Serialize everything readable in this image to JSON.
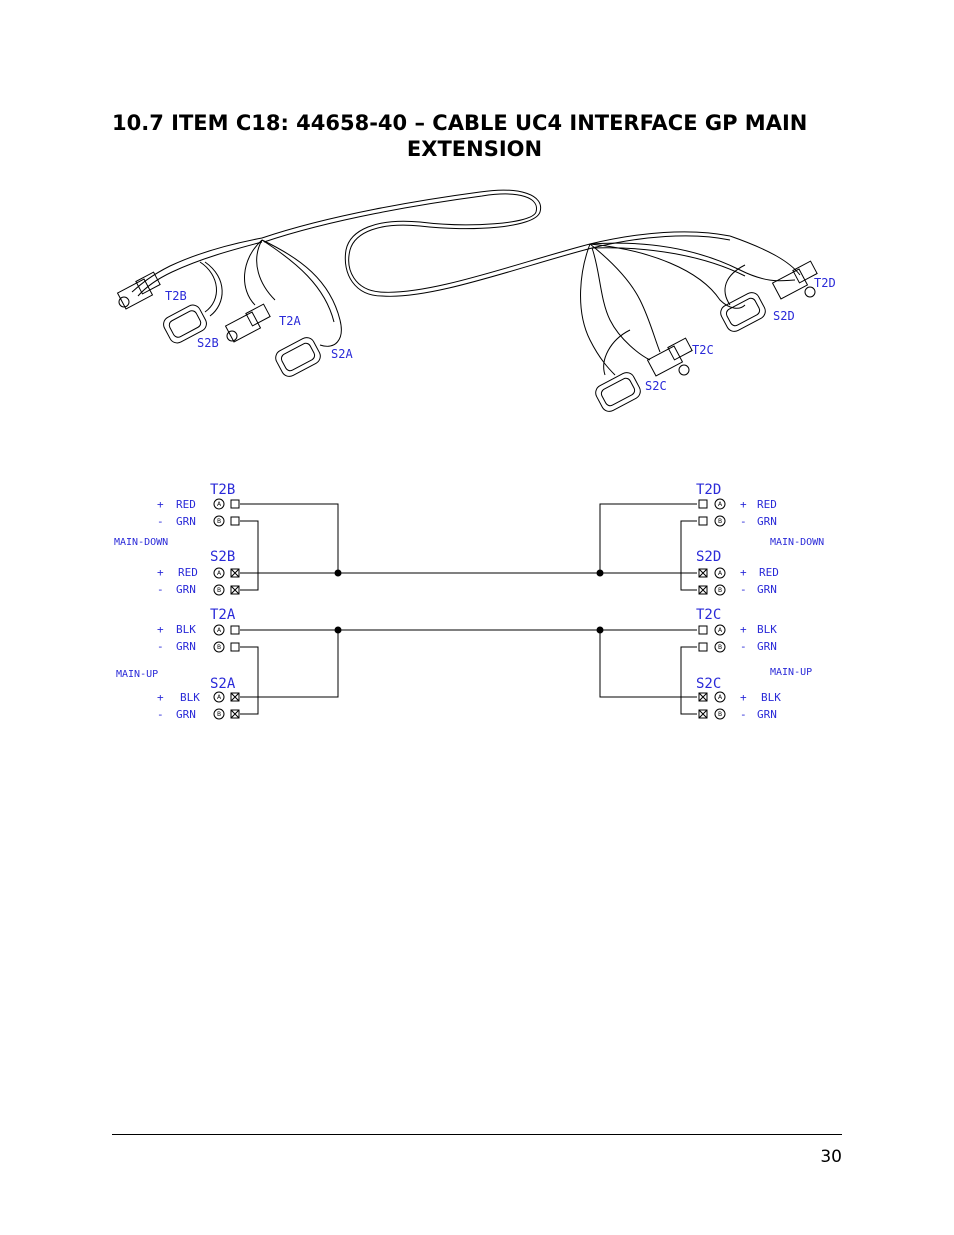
{
  "heading": {
    "line1": "10.7  ITEM C18:  44658-40 – CABLE UC4 INTERFACE GP MAIN",
    "line2": "EXTENSION"
  },
  "illustration": {
    "labels": [
      "T2B",
      "S2B",
      "T2A",
      "S2A",
      "T2D",
      "S2D",
      "T2C",
      "S2C"
    ]
  },
  "schematic": {
    "left": {
      "connectors": [
        "T2B",
        "S2B",
        "T2A",
        "S2A"
      ],
      "group_labels": [
        "MAIN-DOWN",
        "MAIN-UP"
      ],
      "pins": [
        {
          "sign": "+",
          "wire": "RED",
          "pin": "A"
        },
        {
          "sign": "-",
          "wire": "GRN",
          "pin": "B"
        },
        {
          "sign": "+",
          "wire": "RED",
          "pin": "A"
        },
        {
          "sign": "-",
          "wire": "GRN",
          "pin": "B"
        },
        {
          "sign": "+",
          "wire": "BLK",
          "pin": "A"
        },
        {
          "sign": "-",
          "wire": "GRN",
          "pin": "B"
        },
        {
          "sign": "+",
          "wire": "BLK",
          "pin": "A"
        },
        {
          "sign": "-",
          "wire": "GRN",
          "pin": "B"
        }
      ]
    },
    "right": {
      "connectors": [
        "T2D",
        "S2D",
        "T2C",
        "S2C"
      ],
      "group_labels": [
        "MAIN-DOWN",
        "MAIN-UP"
      ],
      "pins": [
        {
          "sign": "+",
          "wire": "RED",
          "pin": "A"
        },
        {
          "sign": "-",
          "wire": "GRN",
          "pin": "B"
        },
        {
          "sign": "+",
          "wire": "RED",
          "pin": "A"
        },
        {
          "sign": "-",
          "wire": "GRN",
          "pin": "B"
        },
        {
          "sign": "+",
          "wire": "BLK",
          "pin": "A"
        },
        {
          "sign": "-",
          "wire": "GRN",
          "pin": "B"
        },
        {
          "sign": "+",
          "wire": "BLK",
          "pin": "A"
        },
        {
          "sign": "-",
          "wire": "GRN",
          "pin": "B"
        }
      ]
    }
  },
  "colors": {
    "label": "#2a2ad8",
    "line": "#000000"
  },
  "footer": {
    "page_number": "30"
  }
}
